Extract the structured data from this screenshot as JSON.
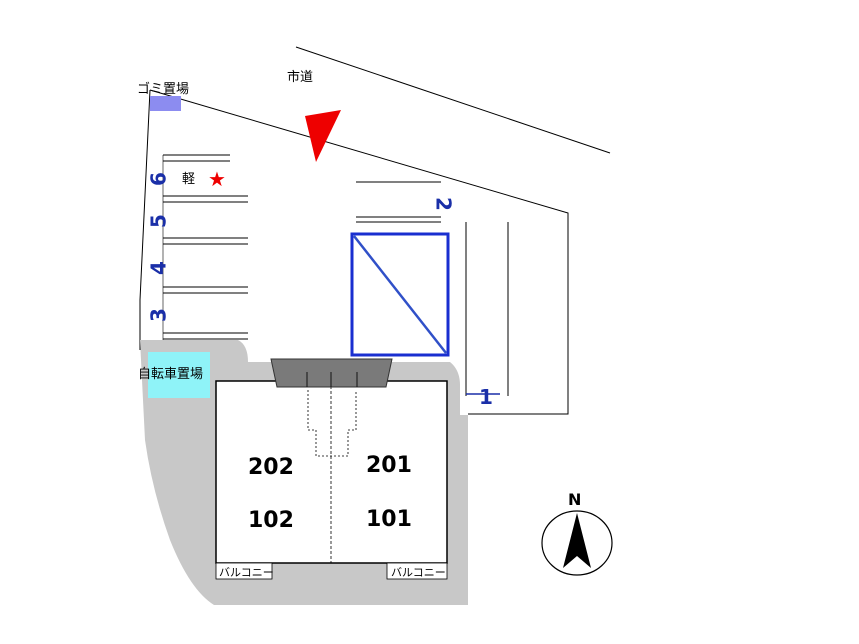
{
  "labels": {
    "city_road": "市道",
    "garbage": "ゴミ置場",
    "bicycle": "自転車置場",
    "kei": "軽",
    "star": "★",
    "north": "N"
  },
  "parking": {
    "space_1": "1",
    "space_2": "2",
    "space_3": "3",
    "space_4": "4",
    "space_5": "5",
    "space_6": "6"
  },
  "rooms": {
    "r202": "202",
    "r201": "201",
    "r102": "102",
    "r101": "101"
  },
  "balcony": {
    "left": "バルコニー",
    "right": "バルコニー"
  },
  "colors": {
    "blue_label": "#1a2fa8",
    "entry_arrow": "#ee0000",
    "garbage_fill": "#8c8cf0",
    "bicycle_fill": "#8ff3f8",
    "ground_gray": "#c8c8c8",
    "stair_gray": "#7a7a7a",
    "parking_box": "#1a2fd0"
  }
}
